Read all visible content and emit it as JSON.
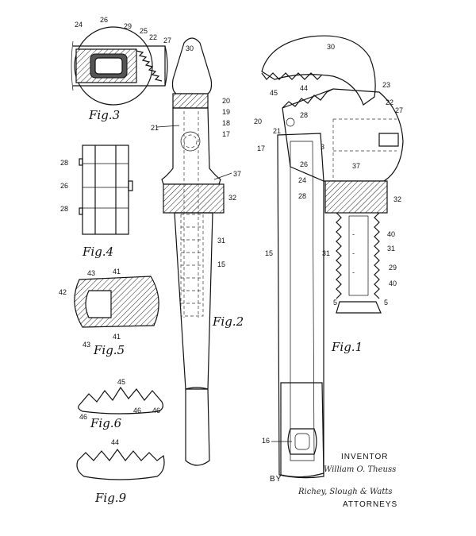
{
  "captions": {
    "fig1": "Fig.1",
    "fig2": "Fig.2",
    "fig3": "Fig.3",
    "fig4": "Fig.4",
    "fig5": "Fig.5",
    "fig6": "Fig.6",
    "fig9": "Fig.9"
  },
  "refs": {
    "fig3": [
      "24",
      "26",
      "29",
      "25",
      "22",
      "27"
    ],
    "fig4": [
      "28",
      "26",
      "28"
    ],
    "fig5": [
      "43",
      "41",
      "42",
      "41",
      "43"
    ],
    "fig6": [
      "45",
      "46",
      "46",
      "46"
    ],
    "fig9": [
      "44"
    ],
    "fig2": [
      "30",
      "20",
      "19",
      "21",
      "18",
      "17",
      "37",
      "32",
      "31",
      "15"
    ],
    "fig1": [
      "30",
      "45",
      "44",
      "23",
      "22",
      "27",
      "20",
      "28",
      "21",
      "17",
      "3",
      "26",
      "37",
      "24",
      "28",
      "32",
      "15",
      "31",
      "40",
      "31",
      "29",
      "40",
      "5",
      "5",
      "16"
    ]
  },
  "signature": {
    "inventor_label": "INVENTOR",
    "inventor_name": "William O. Theuss",
    "by_label": "BY",
    "attorneys_name": "Richey, Slough & Watts",
    "attorneys_label": "ATTORNEYS"
  }
}
